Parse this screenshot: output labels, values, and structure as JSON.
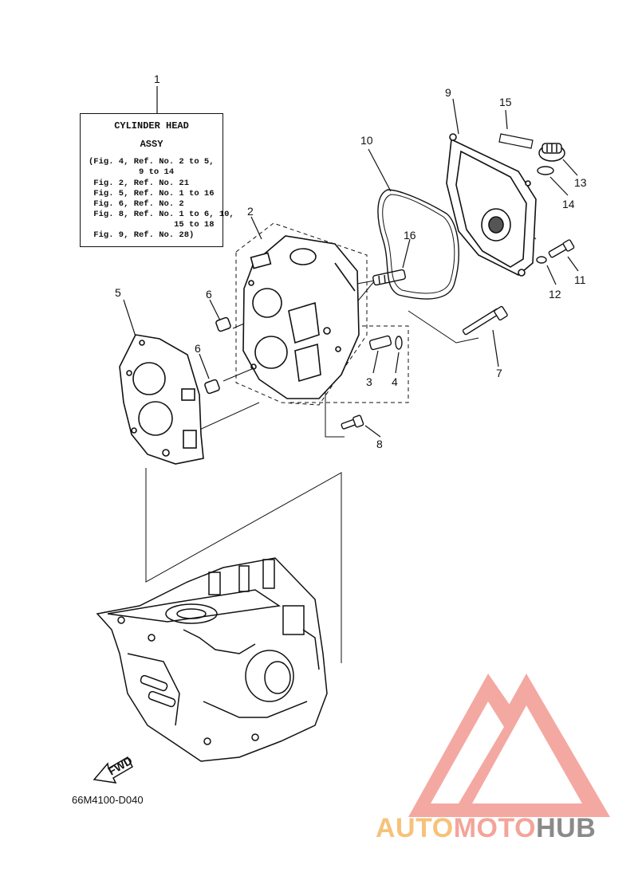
{
  "diagram_code": "66M4100-D040",
  "fwd_label": "FWD",
  "info_box": {
    "title": "CYLINDER HEAD",
    "subtitle": "ASSY",
    "lines": [
      "(Fig. 4, Ref. No. 2 to 5,",
      "          9 to 14",
      " Fig. 2, Ref. No. 21",
      " Fig. 5, Ref. No. 1 to 16",
      " Fig. 6, Ref. No. 2",
      " Fig. 8, Ref. No. 1 to 6, 10,",
      "                 15 to 18",
      " Fig. 9, Ref. No. 28)"
    ]
  },
  "callouts": [
    "1",
    "2",
    "3",
    "4",
    "5",
    "6",
    "6",
    "7",
    "8",
    "9",
    "10",
    "11",
    "12",
    "13",
    "14",
    "15",
    "16"
  ],
  "watermark": {
    "part1": "AUTO",
    "part2": "MOTO",
    "part3": "HUB",
    "colors": {
      "auto": "#f6c27a",
      "moto": "#f4a49a",
      "hub": "#8a8a8a",
      "logo": "#f4a49a"
    }
  }
}
